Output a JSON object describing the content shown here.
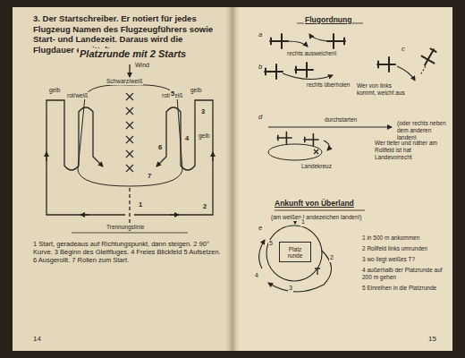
{
  "diagram": {
    "nodes": [
      {
        "text": [
          "Platz runde"
        ]
      }
    ],
    "labels": [
      "3. Der Startschreiber. Er notiert für jedes Flugzeug Namen des Flugzeugführers sowie Start- und Landezeit. Daraus wird die Flugdauer ermittelt.",
      "Platzrunde mit 2 Starts",
      "Wind",
      "gelb",
      "rot/weiß",
      "Schwarz/weiß",
      "rot/weiß",
      "gelb",
      "gelb",
      "1",
      "2",
      "3",
      "4",
      "5",
      "6",
      "7",
      "Trennungslinie",
      "1 Start, geradeaus auf Richtungspunkt, dann steigen. 2 90° Kurve. 3 Beginn des Gleitfluges. 4 Freies Blickfeld 5 Aufsetzen. 6 Ausgerollt. 7 Rollen zum Start.",
      "14",
      "Flugordnung",
      "a",
      "rechts ausweichen!",
      "b",
      "rechts überholen",
      "c",
      "Wer von links kommt, weicht aus",
      "d",
      "durchstarten",
      "(oder rechts neben dem anderen landen)",
      "Wer tiefer und näher am Rollfeld ist hat Landevorrecht",
      "Landekreuz",
      "Ankunft von Überland",
      "(am weißen Landezeichen landen!)",
      "e",
      "1 in 500 m ankommen",
      "2 Rollfeld links umrunden",
      "3 wo liegt weißes T?",
      "4 außerhalb der Platzrunde auf 200 m gehen",
      "5 Einreihen in die Platzrunde",
      "1",
      "2",
      "3",
      "4",
      "5",
      "15"
    ]
  }
}
